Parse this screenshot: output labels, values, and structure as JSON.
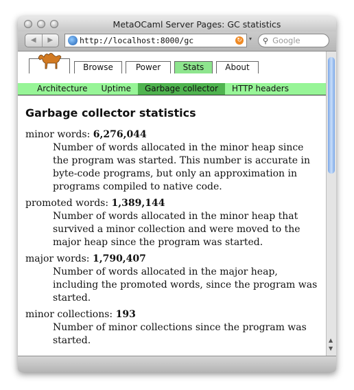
{
  "window": {
    "title": "MetaOCaml Server Pages: GC statistics"
  },
  "toolbar": {
    "back_icon": "back-arrow-icon",
    "forward_icon": "forward-arrow-icon",
    "url": "http://localhost:8000/gc",
    "search_placeholder": "Google"
  },
  "nav": {
    "logo": "camel-logo",
    "tabs": [
      {
        "label": "Browse",
        "active": false
      },
      {
        "label": "Power",
        "active": false
      },
      {
        "label": "Stats",
        "active": true
      },
      {
        "label": "About",
        "active": false
      }
    ],
    "subtabs": [
      {
        "label": "Architecture",
        "active": false
      },
      {
        "label": "Uptime",
        "active": false
      },
      {
        "label": "Garbage collector",
        "active": true
      },
      {
        "label": "HTTP headers",
        "active": false
      }
    ]
  },
  "main": {
    "heading": "Garbage collector statistics",
    "stats": [
      {
        "term": "minor words:",
        "value": "6,276,044",
        "desc": "Number of words allocated in the minor heap since the program was started. This number is accurate in byte-code programs, but only an approximation in programs compiled to native code."
      },
      {
        "term": "promoted words:",
        "value": "1,389,144",
        "desc": "Number of words allocated in the minor heap that survived a minor collection and were moved to the major heap since the program was started."
      },
      {
        "term": "major words:",
        "value": "1,790,407",
        "desc": "Number of words allocated in the major heap, including the promoted words, since the program was started."
      },
      {
        "term": "minor collections:",
        "value": "193",
        "desc": "Number of minor collections since the program was started."
      }
    ]
  },
  "colors": {
    "tab_active": "#8ee58e",
    "subbar": "#97f597",
    "subtab_active": "#4fb34f"
  }
}
